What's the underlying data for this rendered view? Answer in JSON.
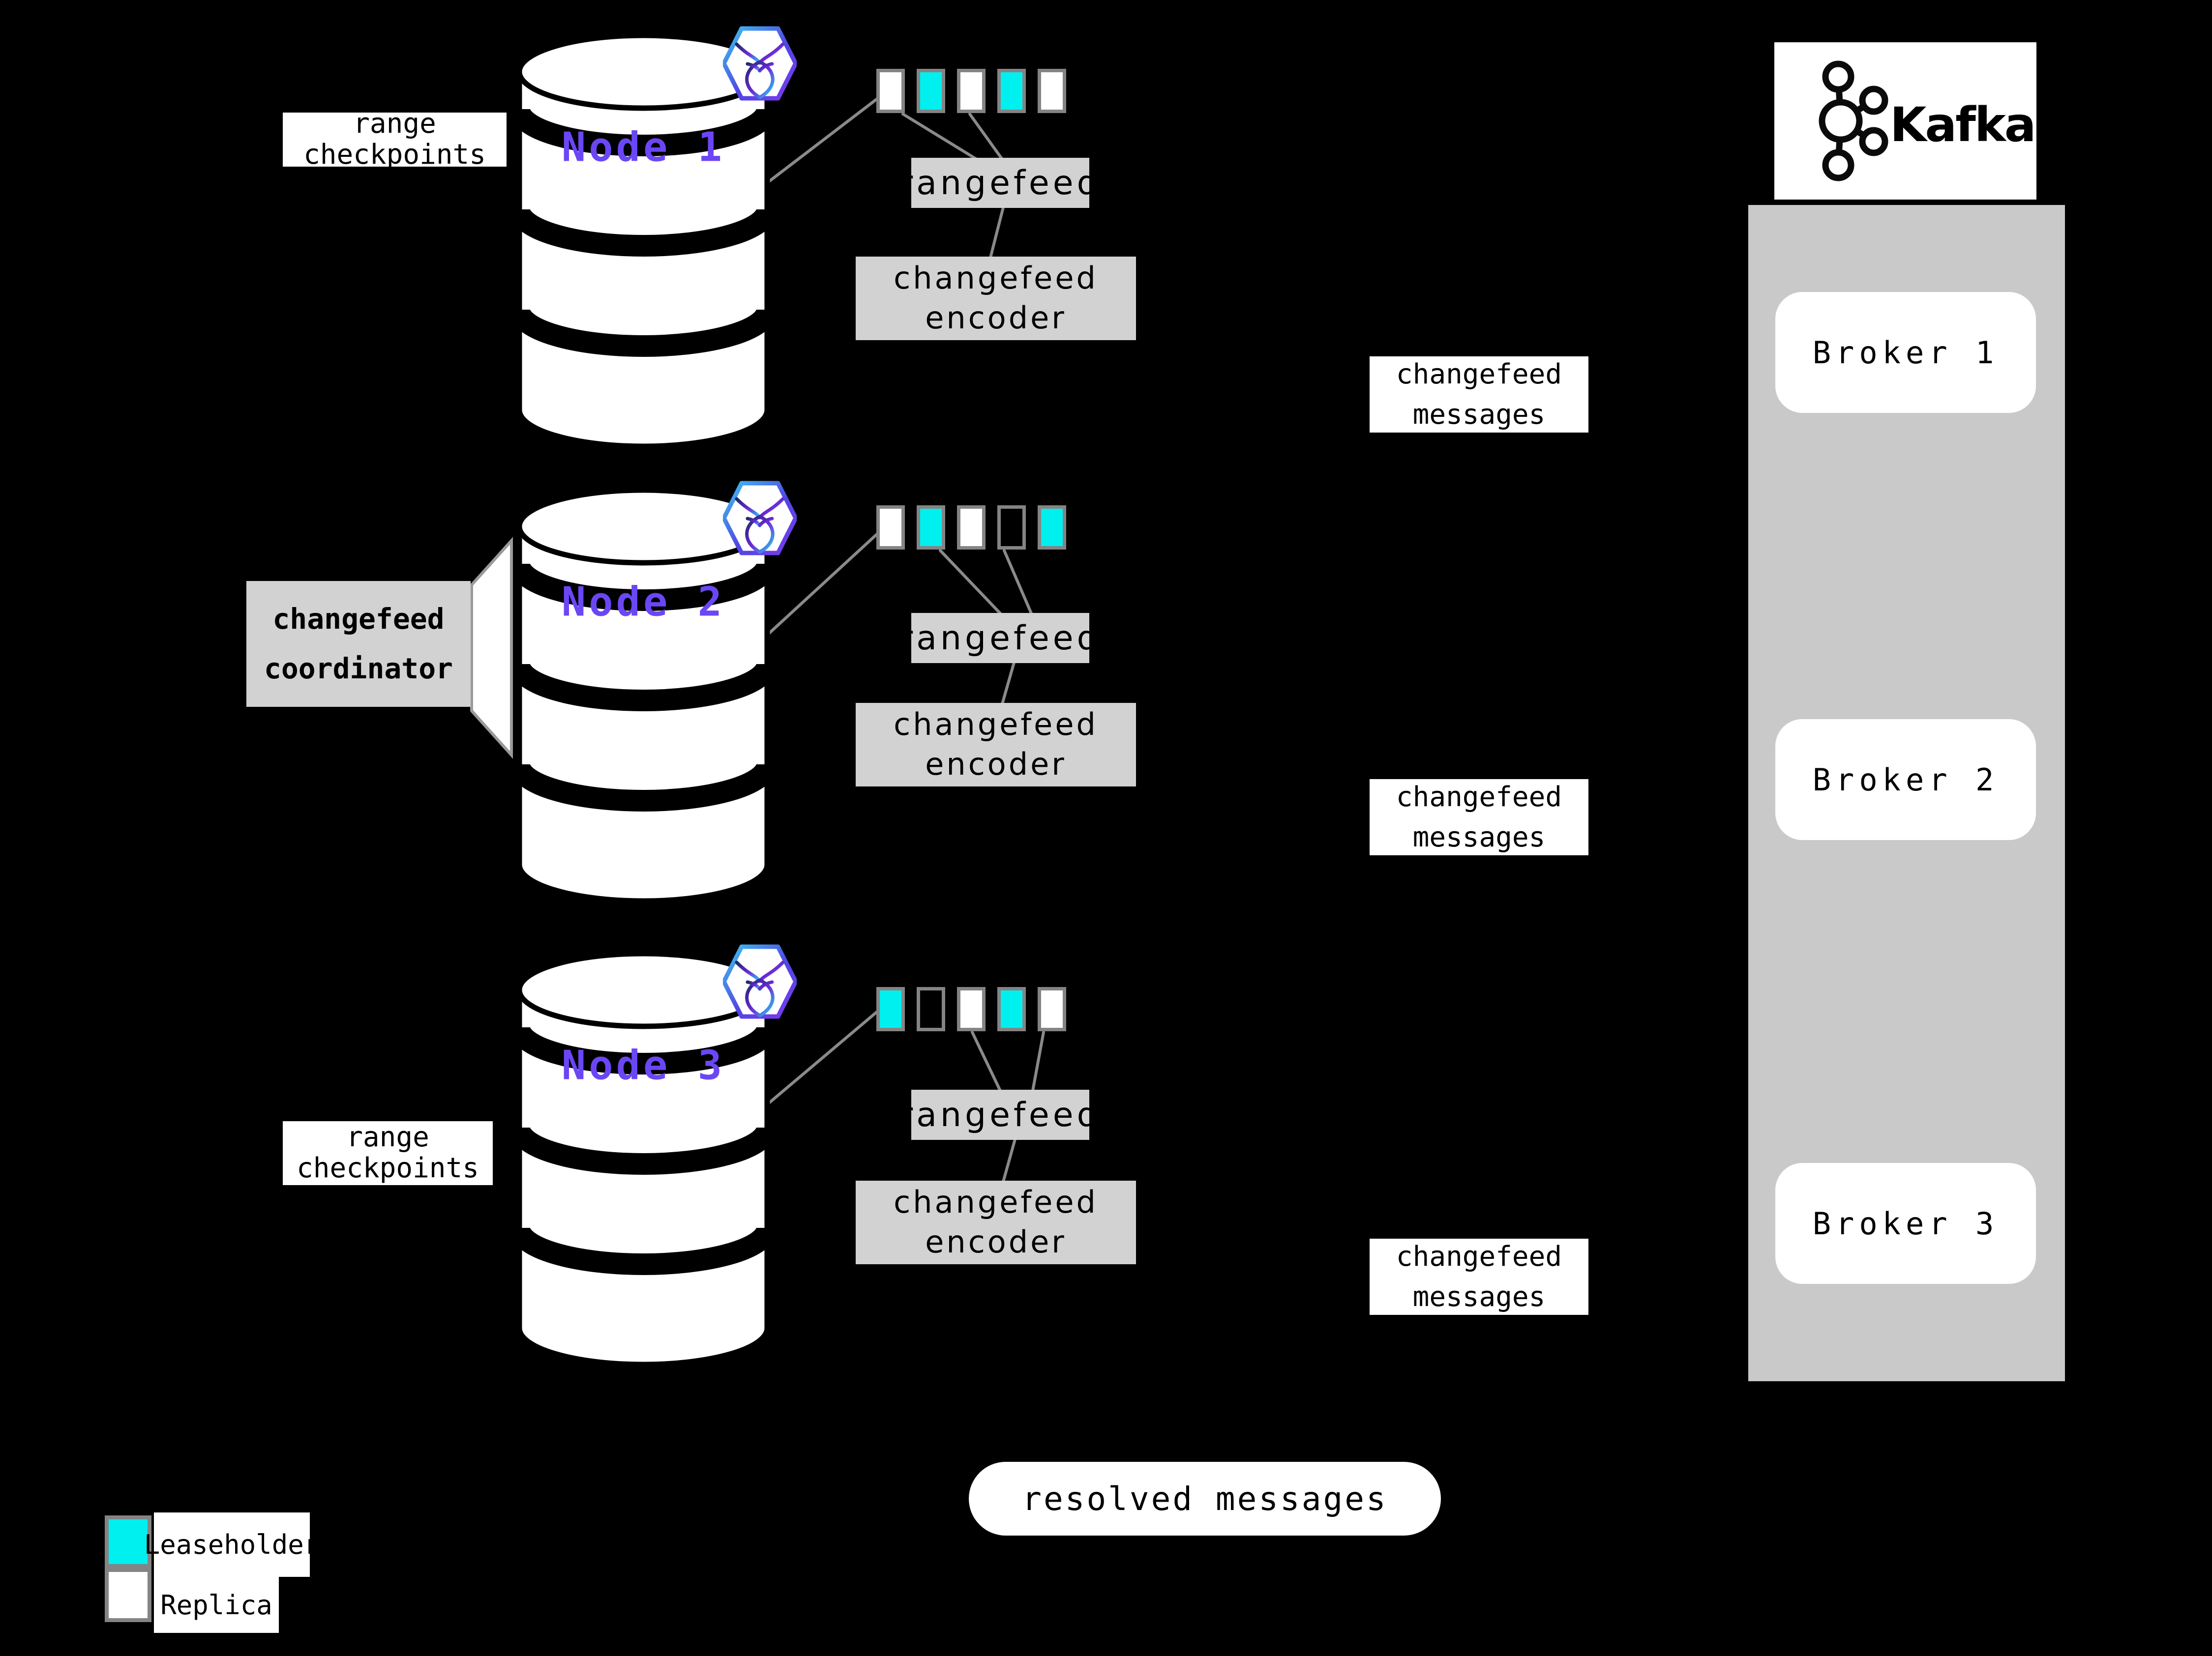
{
  "labels": {
    "range_checkpoints": "range\ncheckpoints",
    "rangefeed": "rangefeed",
    "changefeed_encoder": "changefeed\nencoder",
    "changefeed_coordinator": "changefeed\ncoordinator",
    "changefeed_messages": "changefeed\nmessages",
    "resolved_messages": "resolved messages"
  },
  "nodes": [
    {
      "label": "Node 1",
      "ranges": [
        "replica",
        "leaseholder",
        "replica",
        "leaseholder",
        "replica"
      ]
    },
    {
      "label": "Node 2",
      "ranges": [
        "replica",
        "leaseholder",
        "replica",
        "empty",
        "leaseholder"
      ]
    },
    {
      "label": "Node 3",
      "ranges": [
        "leaseholder",
        "empty",
        "replica",
        "leaseholder",
        "replica"
      ]
    }
  ],
  "kafka": {
    "brand": "Kafka",
    "brokers": [
      "Broker 1",
      "Broker 2",
      "Broker 3"
    ]
  },
  "legend": [
    {
      "kind": "leaseholder",
      "label": "Leaseholder"
    },
    {
      "kind": "replica",
      "label": "Replica"
    }
  ],
  "colors": {
    "leaseholder": "#00efef",
    "replica": "#ffffff",
    "node_label": "#6b46f5",
    "box_gray": "#d2d2d2",
    "container_gray": "#c9c9c9",
    "line_gray": "#8a8a8a",
    "border_gray": "#848484"
  }
}
